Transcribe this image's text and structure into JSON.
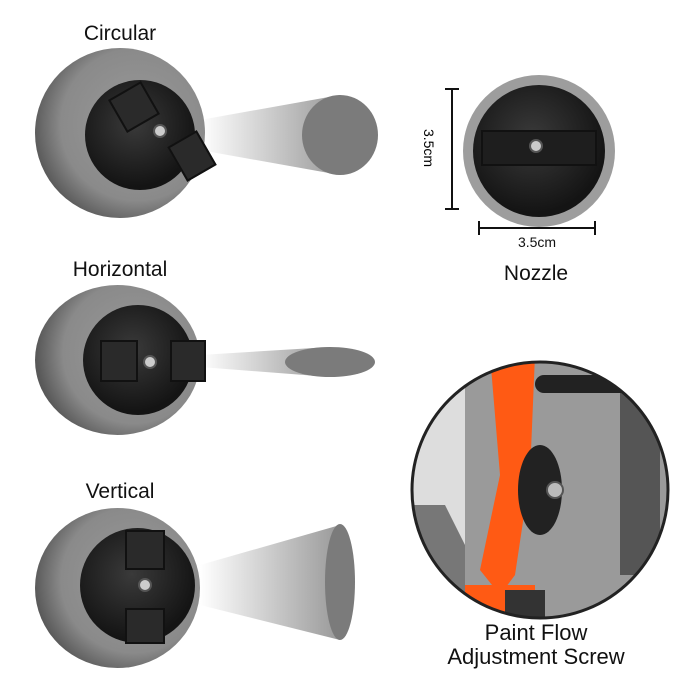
{
  "patterns": [
    {
      "label": "Circular"
    },
    {
      "label": "Horizontal"
    },
    {
      "label": "Vertical"
    }
  ],
  "nozzle": {
    "height_label": "3.5cm",
    "width_label": "3.5cm",
    "title": "Nozzle"
  },
  "adjustment": {
    "line1": "Paint Flow",
    "line2": "Adjustment Screw"
  },
  "colors": {
    "orange": "#ff5a14",
    "gray": "#8c8c8c",
    "dark": "#1a1a1a"
  }
}
